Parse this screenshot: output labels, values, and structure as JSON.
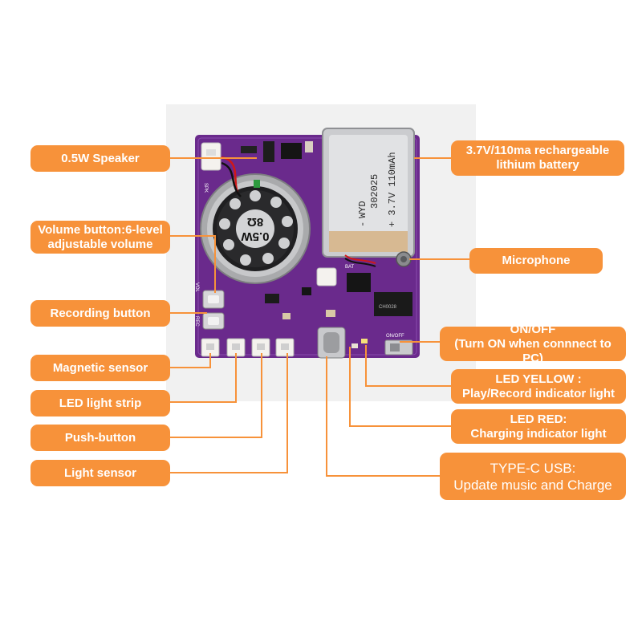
{
  "callouts": {
    "speaker": {
      "lines": [
        "0.5W Speaker"
      ]
    },
    "volume": {
      "lines": [
        "Volume button:6-level",
        "adjustable volume"
      ]
    },
    "recording": {
      "lines": [
        "Recording button"
      ]
    },
    "magnetic": {
      "lines": [
        "Magnetic sensor"
      ]
    },
    "led_strip": {
      "lines": [
        "LED light strip"
      ]
    },
    "push_button": {
      "lines": [
        "Push-button"
      ]
    },
    "light_sensor": {
      "lines": [
        "Light sensor"
      ]
    },
    "battery": {
      "lines": [
        "3.7V/110ma rechargeable",
        "lithium battery"
      ]
    },
    "microphone": {
      "lines": [
        "Microphone"
      ]
    },
    "onoff": {
      "lines": [
        "ON/OFF",
        "(Turn ON when connnect to PC)"
      ]
    },
    "led_yellow": {
      "lines": [
        "LED YELLOW :",
        "Play/Record indicator light"
      ]
    },
    "led_red": {
      "lines": [
        "LED RED:",
        "Charging indicator light"
      ]
    },
    "usb": {
      "lines": [
        "TYPE-C USB:",
        "Update music and Charge"
      ]
    }
  },
  "board": {
    "speaker_text": {
      "line1": "0.5W",
      "line2": "8Ω"
    },
    "battery_text": {
      "line1": "302025",
      "line2": "WYD",
      "line3": "+ 3.7V 110mAh",
      "line4": "-"
    },
    "chip1_text": "CH0028",
    "silk": {
      "spk": "SPK",
      "vol": "VOL",
      "rec": "REC",
      "bat": "BAT",
      "onoff": "ON/OFF"
    }
  },
  "colors": {
    "label_fill": "#f7923a",
    "board_purple": "#6a2a8c",
    "leader_line": "#f7923a"
  }
}
